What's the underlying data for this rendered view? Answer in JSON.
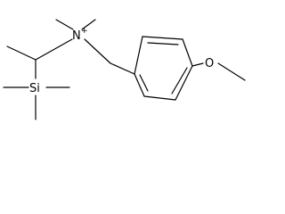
{
  "molecule": {
    "atoms": {
      "nitrogen": "N",
      "charge": "+",
      "silicon": "Si",
      "oxygen": "O"
    },
    "colors": {
      "bond": "#000000",
      "background": "#ffffff"
    }
  }
}
